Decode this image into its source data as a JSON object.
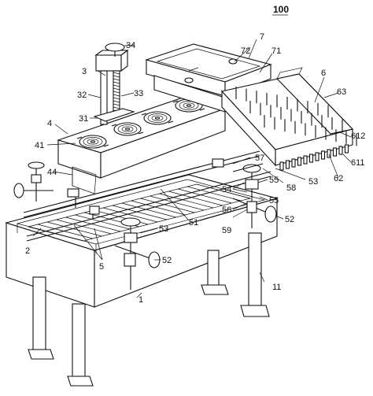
{
  "figure": {
    "number": "100"
  },
  "labels": {
    "l1": "1",
    "l2": "2",
    "l3": "3",
    "l4": "4",
    "l5": "5",
    "l6": "6",
    "l7": "7",
    "l11": "11",
    "l31": "31",
    "l32": "32",
    "l33": "33",
    "l34": "34",
    "l41": "41",
    "l44": "44",
    "l51": "51",
    "l52a": "52",
    "l52b": "52",
    "l53a": "53",
    "l53b": "53",
    "l54": "54",
    "l55a": "55",
    "l55b": "55",
    "l56": "56",
    "l57": "57",
    "l58": "58",
    "l59": "59",
    "l61": "611",
    "l612": "612",
    "l62": "62",
    "l63": "63",
    "l71": "71",
    "l72": "72"
  }
}
